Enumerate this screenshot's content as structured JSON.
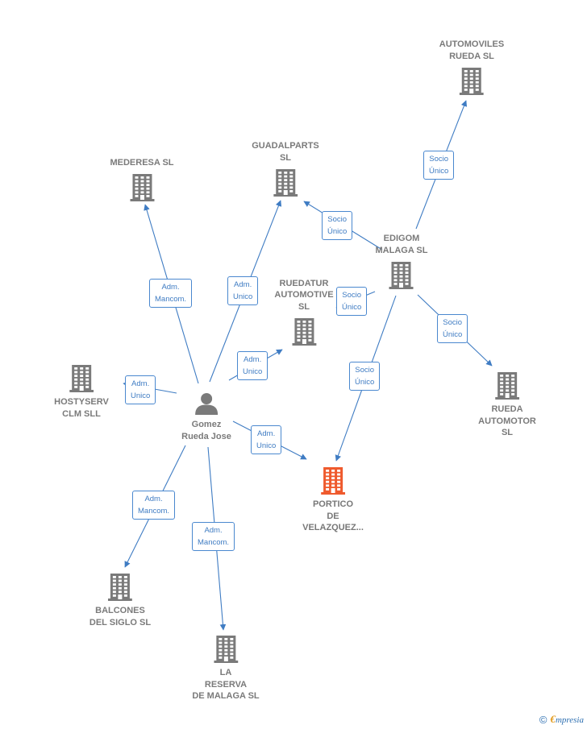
{
  "colors": {
    "edge": "#3f7cc3",
    "building": "#7a7a7a",
    "focus_building": "#ef5a2d",
    "person": "#7a7a7a"
  },
  "nodes": [
    {
      "id": "person",
      "label": "Gomez\nRueda Jose",
      "kind": "person"
    },
    {
      "id": "portico",
      "label": "PORTICO\nDE\nVELAZQUEZ...",
      "kind": "company-focus"
    },
    {
      "id": "mederesa",
      "label": "MEDERESA SL",
      "kind": "company"
    },
    {
      "id": "guadalparts",
      "label": "GUADALPARTS\nSL",
      "kind": "company"
    },
    {
      "id": "automoviles",
      "label": "AUTOMOVILES\nRUEDA SL",
      "kind": "company"
    },
    {
      "id": "edigom",
      "label": "EDIGOM\nMALAGA  SL",
      "kind": "company"
    },
    {
      "id": "ruedatur",
      "label": "RUEDATUR\nAUTOMOTIVE\nSL",
      "kind": "company"
    },
    {
      "id": "hostyserv",
      "label": "HOSTYSERV\nCLM  SLL",
      "kind": "company"
    },
    {
      "id": "ruedaautomotor",
      "label": "RUEDA\nAUTOMOTOR\nSL",
      "kind": "company"
    },
    {
      "id": "balcones",
      "label": "BALCONES\nDEL SIGLO  SL",
      "kind": "company"
    },
    {
      "id": "lareserva",
      "label": "LA\nRESERVA\nDE MALAGA SL",
      "kind": "company"
    }
  ],
  "edges": [
    {
      "id": "e1",
      "from": "person",
      "to": "mederesa",
      "label": "Adm.\nMancom."
    },
    {
      "id": "e2",
      "from": "person",
      "to": "guadalparts",
      "label": "Adm.\nUnico"
    },
    {
      "id": "e3",
      "from": "person",
      "to": "ruedatur",
      "label": "Adm.\nUnico"
    },
    {
      "id": "e4",
      "from": "person",
      "to": "hostyserv",
      "label": "Adm.\nUnico"
    },
    {
      "id": "e5",
      "from": "person",
      "to": "portico",
      "label": "Adm.\nUnico"
    },
    {
      "id": "e6",
      "from": "person",
      "to": "balcones",
      "label": "Adm.\nMancom."
    },
    {
      "id": "e7",
      "from": "person",
      "to": "lareserva",
      "label": "Adm.\nMancom."
    },
    {
      "id": "e8",
      "from": "edigom",
      "to": "guadalparts",
      "label": "Socio\nÚnico"
    },
    {
      "id": "e9",
      "from": "edigom",
      "to": "automoviles",
      "label": "Socio\nÚnico"
    },
    {
      "id": "e10",
      "from": "edigom",
      "to": "ruedatur",
      "label": "Socio\nÚnico"
    },
    {
      "id": "e11",
      "from": "edigom",
      "to": "ruedaautomotor",
      "label": "Socio\nÚnico"
    },
    {
      "id": "e12",
      "from": "edigom",
      "to": "portico",
      "label": "Socio\nÚnico"
    }
  ],
  "footer": {
    "copyright": "©",
    "brand_initial": "€",
    "brand_rest": "mpresia"
  }
}
